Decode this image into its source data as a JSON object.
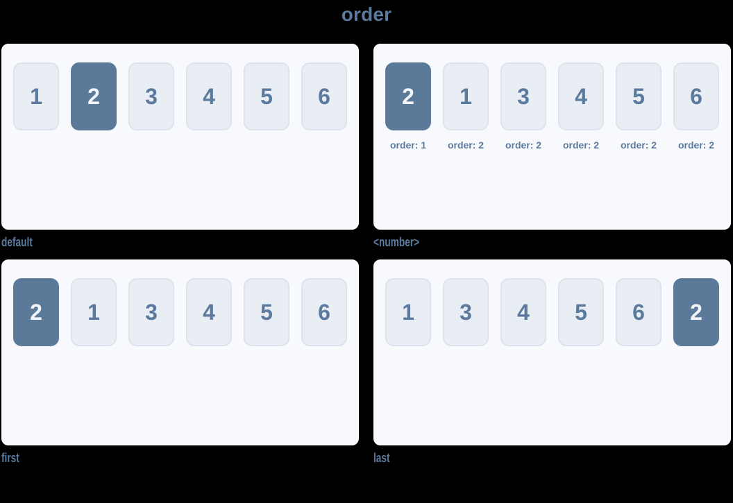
{
  "title": "order",
  "colors": {
    "background": "#000000",
    "accent_text": "#5b7a9e",
    "panel_background": "#f7f9fc",
    "panel_border": "#fdfdfe",
    "box_background": "#e9edf4",
    "box_border": "#dce3ee",
    "highlight_background": "#5b7999",
    "highlight_text": "#f1f5f9"
  },
  "panels": [
    {
      "caption": "default",
      "items": [
        {
          "value": "1",
          "highlighted": false
        },
        {
          "value": "2",
          "highlighted": true
        },
        {
          "value": "3",
          "highlighted": false
        },
        {
          "value": "4",
          "highlighted": false
        },
        {
          "value": "5",
          "highlighted": false
        },
        {
          "value": "6",
          "highlighted": false
        }
      ]
    },
    {
      "caption": "<number>",
      "items": [
        {
          "value": "2",
          "highlighted": true,
          "sub": "order: 1"
        },
        {
          "value": "1",
          "highlighted": false,
          "sub": "order: 2"
        },
        {
          "value": "3",
          "highlighted": false,
          "sub": "order: 2"
        },
        {
          "value": "4",
          "highlighted": false,
          "sub": "order: 2"
        },
        {
          "value": "5",
          "highlighted": false,
          "sub": "order: 2"
        },
        {
          "value": "6",
          "highlighted": false,
          "sub": "order: 2"
        }
      ]
    },
    {
      "caption": "first",
      "items": [
        {
          "value": "2",
          "highlighted": true
        },
        {
          "value": "1",
          "highlighted": false
        },
        {
          "value": "3",
          "highlighted": false
        },
        {
          "value": "4",
          "highlighted": false
        },
        {
          "value": "5",
          "highlighted": false
        },
        {
          "value": "6",
          "highlighted": false
        }
      ]
    },
    {
      "caption": "last",
      "items": [
        {
          "value": "1",
          "highlighted": false
        },
        {
          "value": "3",
          "highlighted": false
        },
        {
          "value": "4",
          "highlighted": false
        },
        {
          "value": "5",
          "highlighted": false
        },
        {
          "value": "6",
          "highlighted": false
        },
        {
          "value": "2",
          "highlighted": true
        }
      ]
    }
  ]
}
